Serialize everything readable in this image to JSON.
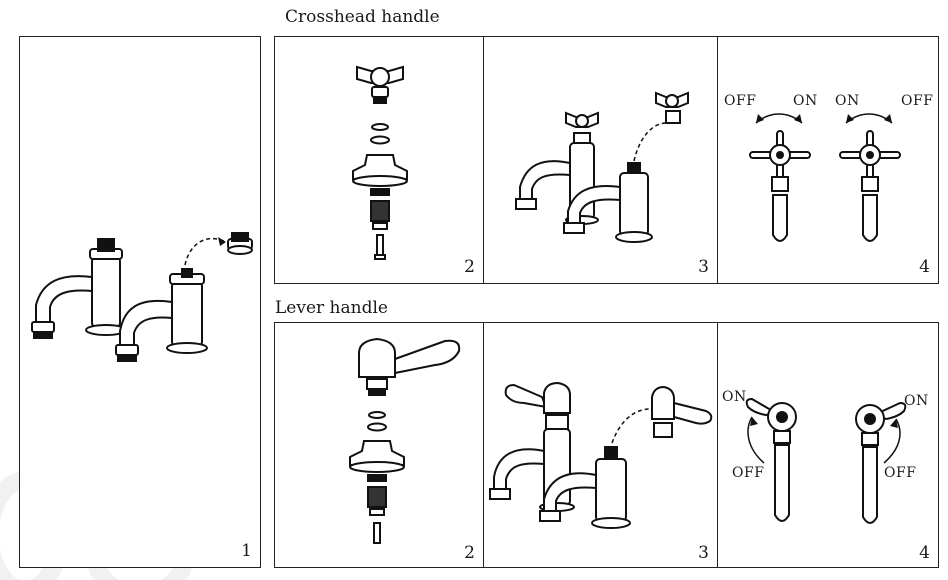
{
  "sections": {
    "crosshead_title": "Crosshead handle",
    "lever_title": "Lever handle"
  },
  "steps": {
    "s1": "1",
    "cross": [
      "2",
      "3",
      "4"
    ],
    "lever": [
      "2",
      "3",
      "4"
    ]
  },
  "labels": {
    "off": "OFF",
    "on": "ON"
  }
}
